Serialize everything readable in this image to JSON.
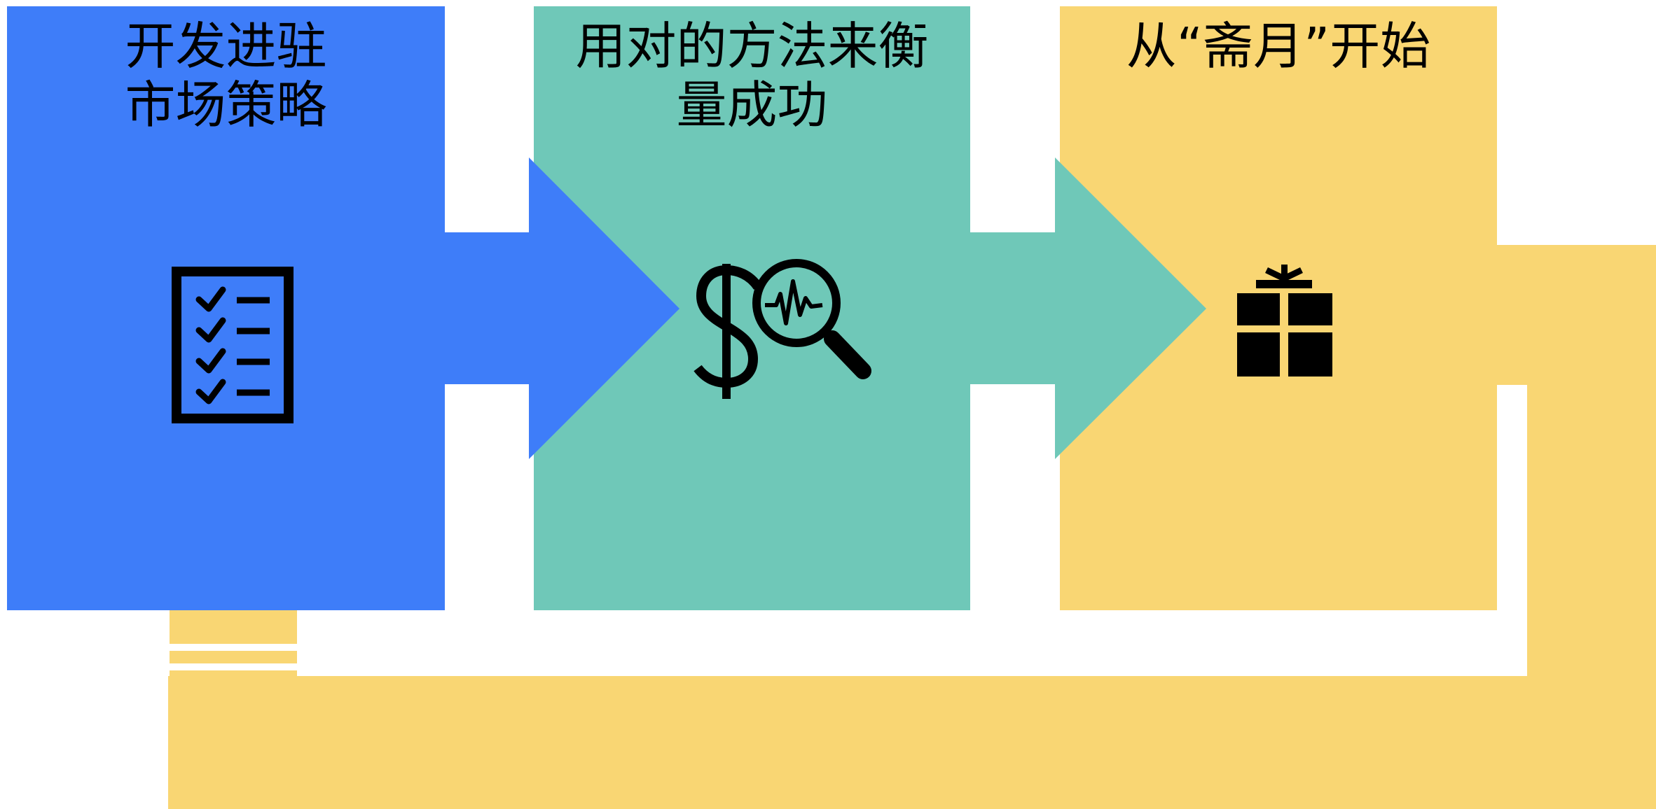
{
  "steps": [
    {
      "id": "step-1",
      "title_lines": [
        "开发进驻",
        "市场策略"
      ],
      "color": "#3E7DF9",
      "icon": "checklist-icon"
    },
    {
      "id": "step-2",
      "title_lines": [
        "用对的方法来衡",
        "量成功"
      ],
      "color": "#6FC8B8",
      "icon": "dollar-magnifier-icon"
    },
    {
      "id": "step-3",
      "title_lines": [
        "从“斋月”开始"
      ],
      "color": "#F9D673",
      "icon": "gift-icon"
    }
  ],
  "icon_color": "#000000",
  "background": "#FFFFFF"
}
